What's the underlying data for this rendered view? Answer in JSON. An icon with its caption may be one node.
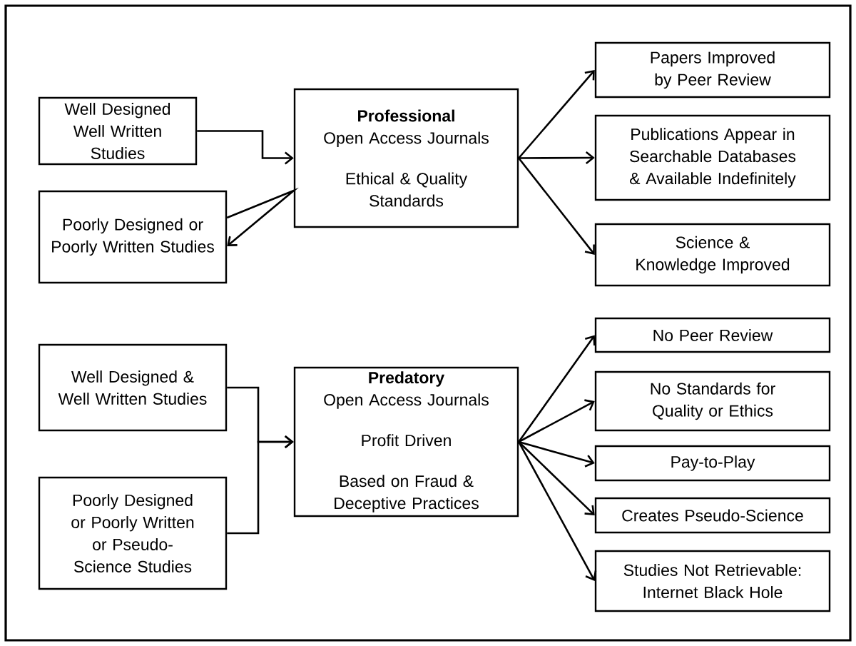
{
  "diagram": {
    "nodes": [
      {
        "text": [
          "Well Designed Well Written Studies"
        ]
      },
      {
        "text": [
          "Professional",
          "Open Access Journals",
          "Ethical & Quality Standards"
        ]
      },
      {
        "text": [
          "Poorly Designed or Poorly Written Studies"
        ]
      },
      {
        "text": [
          "Papers Improved by Peer Review"
        ]
      },
      {
        "text": [
          "Publications Appear in Searchable Databases & Available Indefinitely"
        ]
      },
      {
        "text": [
          "Science & Knowledge Improved"
        ]
      },
      {
        "text": [
          "Well Designed & Well Written Studies"
        ]
      },
      {
        "text": [
          "Predatory",
          "Open Access Journals",
          "Profit Driven",
          "Based on Fraud & Deceptive Practices"
        ]
      },
      {
        "text": [
          "Poorly Designed or Poorly Written or Pseudo-Science Studies"
        ]
      },
      {
        "text": [
          "No Peer Review"
        ]
      },
      {
        "text": [
          "No Standards for Quality or Ethics"
        ]
      },
      {
        "text": [
          "Pay-to-Play"
        ]
      },
      {
        "text": [
          "Creates Pseudo-Science"
        ]
      },
      {
        "text": [
          "Studies Not Retrievable: Internet Black Hole"
        ]
      }
    ],
    "edges": [
      {
        "from": 0,
        "to": 1,
        "arrow": "to"
      },
      {
        "from": 1,
        "to": 2,
        "arrow": "to"
      },
      {
        "from": 1,
        "to": 3,
        "arrow": "to"
      },
      {
        "from": 1,
        "to": 4,
        "arrow": "to"
      },
      {
        "from": 1,
        "to": 5,
        "arrow": "to"
      },
      {
        "from": 6,
        "to": 7,
        "arrow": "to"
      },
      {
        "from": 8,
        "to": 7,
        "arrow": "to"
      },
      {
        "from": 7,
        "to": 9,
        "arrow": "to"
      },
      {
        "from": 7,
        "to": 10,
        "arrow": "to"
      },
      {
        "from": 7,
        "to": 11,
        "arrow": "to"
      },
      {
        "from": 7,
        "to": 12,
        "arrow": "to"
      },
      {
        "from": 7,
        "to": 13,
        "arrow": "to"
      }
    ]
  }
}
